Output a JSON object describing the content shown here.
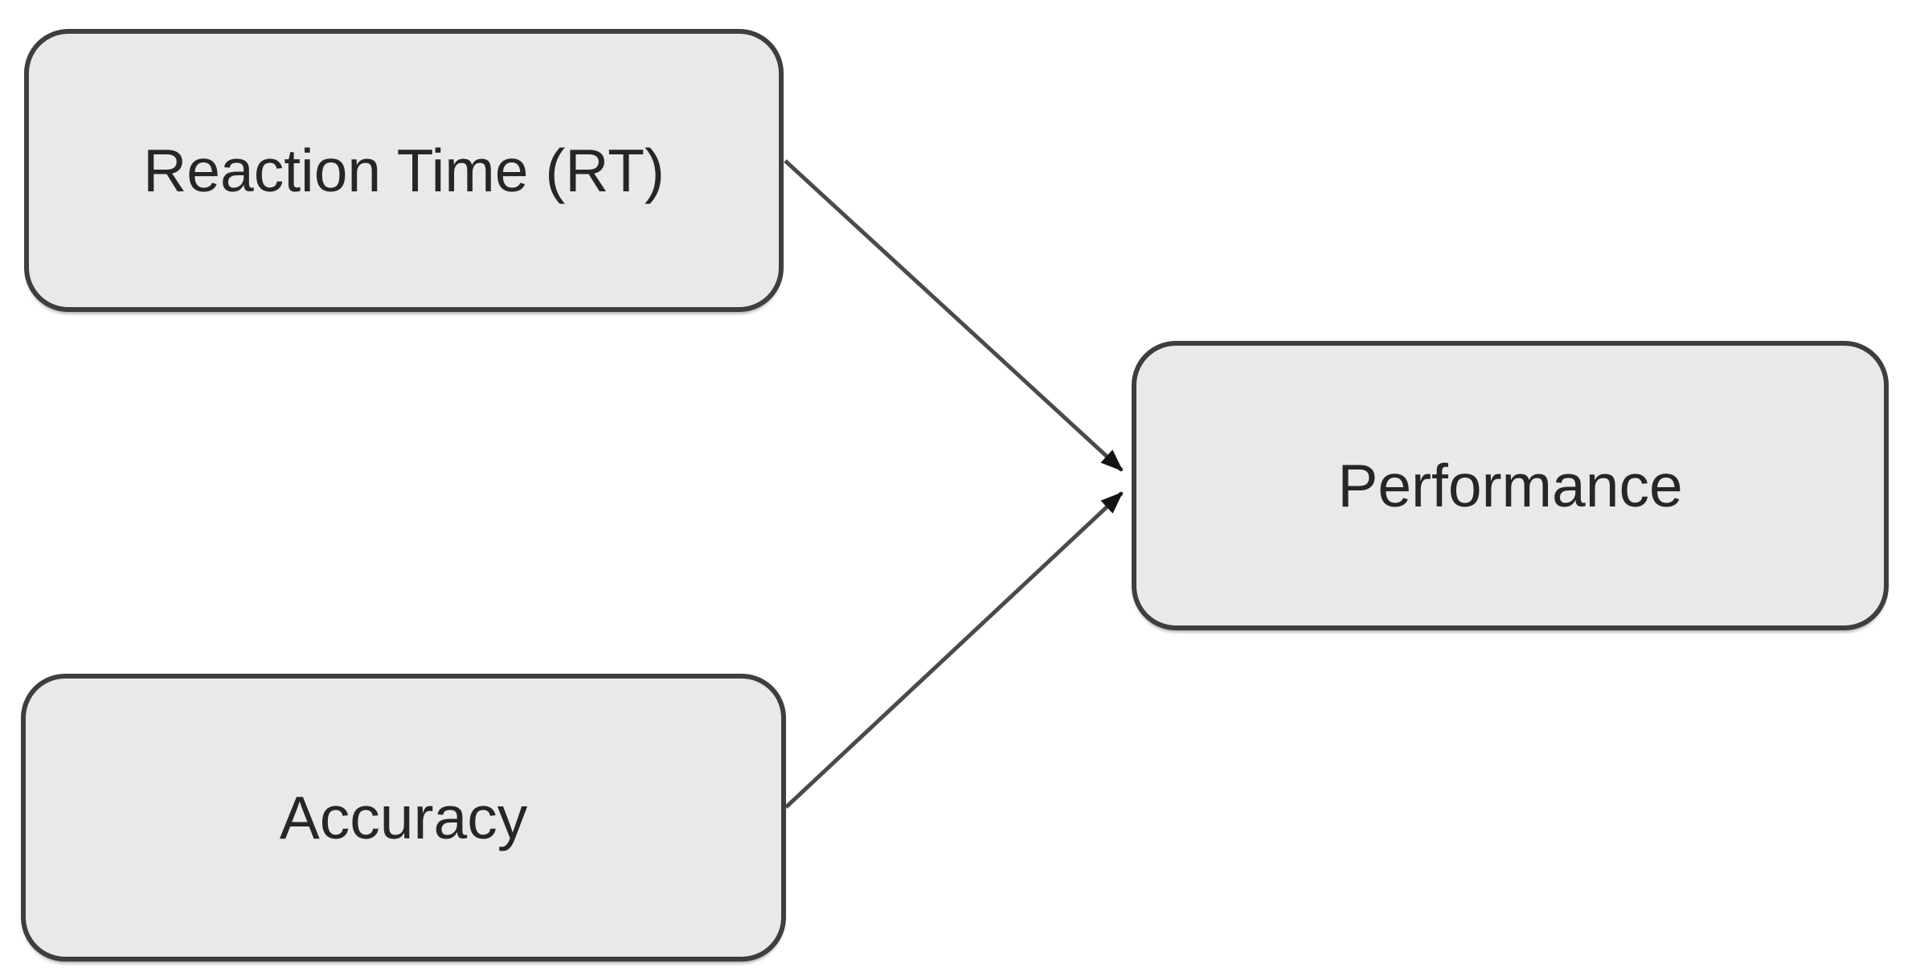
{
  "diagram": {
    "type": "path-model",
    "nodes": [
      {
        "id": "reaction_time",
        "label": "Reaction Time (RT)",
        "role": "predictor"
      },
      {
        "id": "accuracy",
        "label": "Accuracy",
        "role": "predictor"
      },
      {
        "id": "performance",
        "label": "Performance",
        "role": "outcome"
      }
    ],
    "edges": [
      {
        "from": "reaction_time",
        "to": "performance",
        "style": "straight-arrow"
      },
      {
        "from": "accuracy",
        "to": "performance",
        "style": "straight-arrow"
      }
    ],
    "colors": {
      "background": "#ffffff",
      "node_fill": "#e9e9e9",
      "node_border": "#3e3e3e",
      "arrow_line": "#4a4a4a",
      "arrowhead": "#141414",
      "text": "#262626"
    }
  }
}
